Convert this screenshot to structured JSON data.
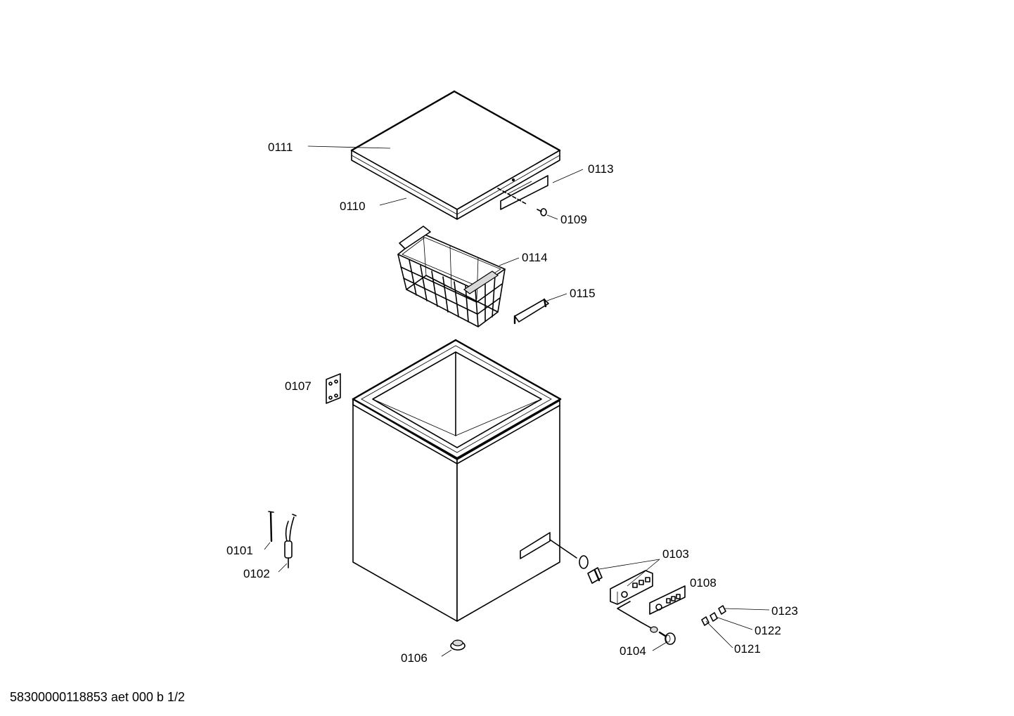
{
  "footer": "58300000118853 aet 000 b 1/2",
  "callouts": {
    "p0111": "0111",
    "p0110": "0110",
    "p0113": "0113",
    "p0109": "0109",
    "p0114": "0114",
    "p0115": "0115",
    "p0107": "0107",
    "p0101": "0101",
    "p0102": "0102",
    "p0103": "0103",
    "p0108": "0108",
    "p0123": "0123",
    "p0122": "0122",
    "p0121": "0121",
    "p0104": "0104",
    "p0106": "0106"
  }
}
